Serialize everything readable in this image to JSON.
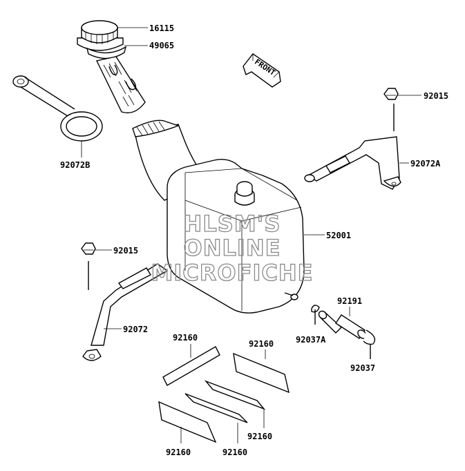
{
  "diagram": {
    "front_indicator": "FRONT",
    "watermark_lines": [
      "HLSM'S",
      "ONLINE",
      "MICROFICHE"
    ],
    "parts": {
      "p16115": "16115",
      "p49065": "49065",
      "p92072B": "92072B",
      "p92015_top": "92015",
      "p92072A": "92072A",
      "p52001": "52001",
      "p92015_left": "92015",
      "p92072": "92072",
      "p92191": "92191",
      "p92037A": "92037A",
      "p92037": "92037",
      "p92160_a": "92160",
      "p92160_b": "92160",
      "p92160_c": "92160",
      "p92160_d": "92160",
      "p92160_e": "92160"
    }
  }
}
